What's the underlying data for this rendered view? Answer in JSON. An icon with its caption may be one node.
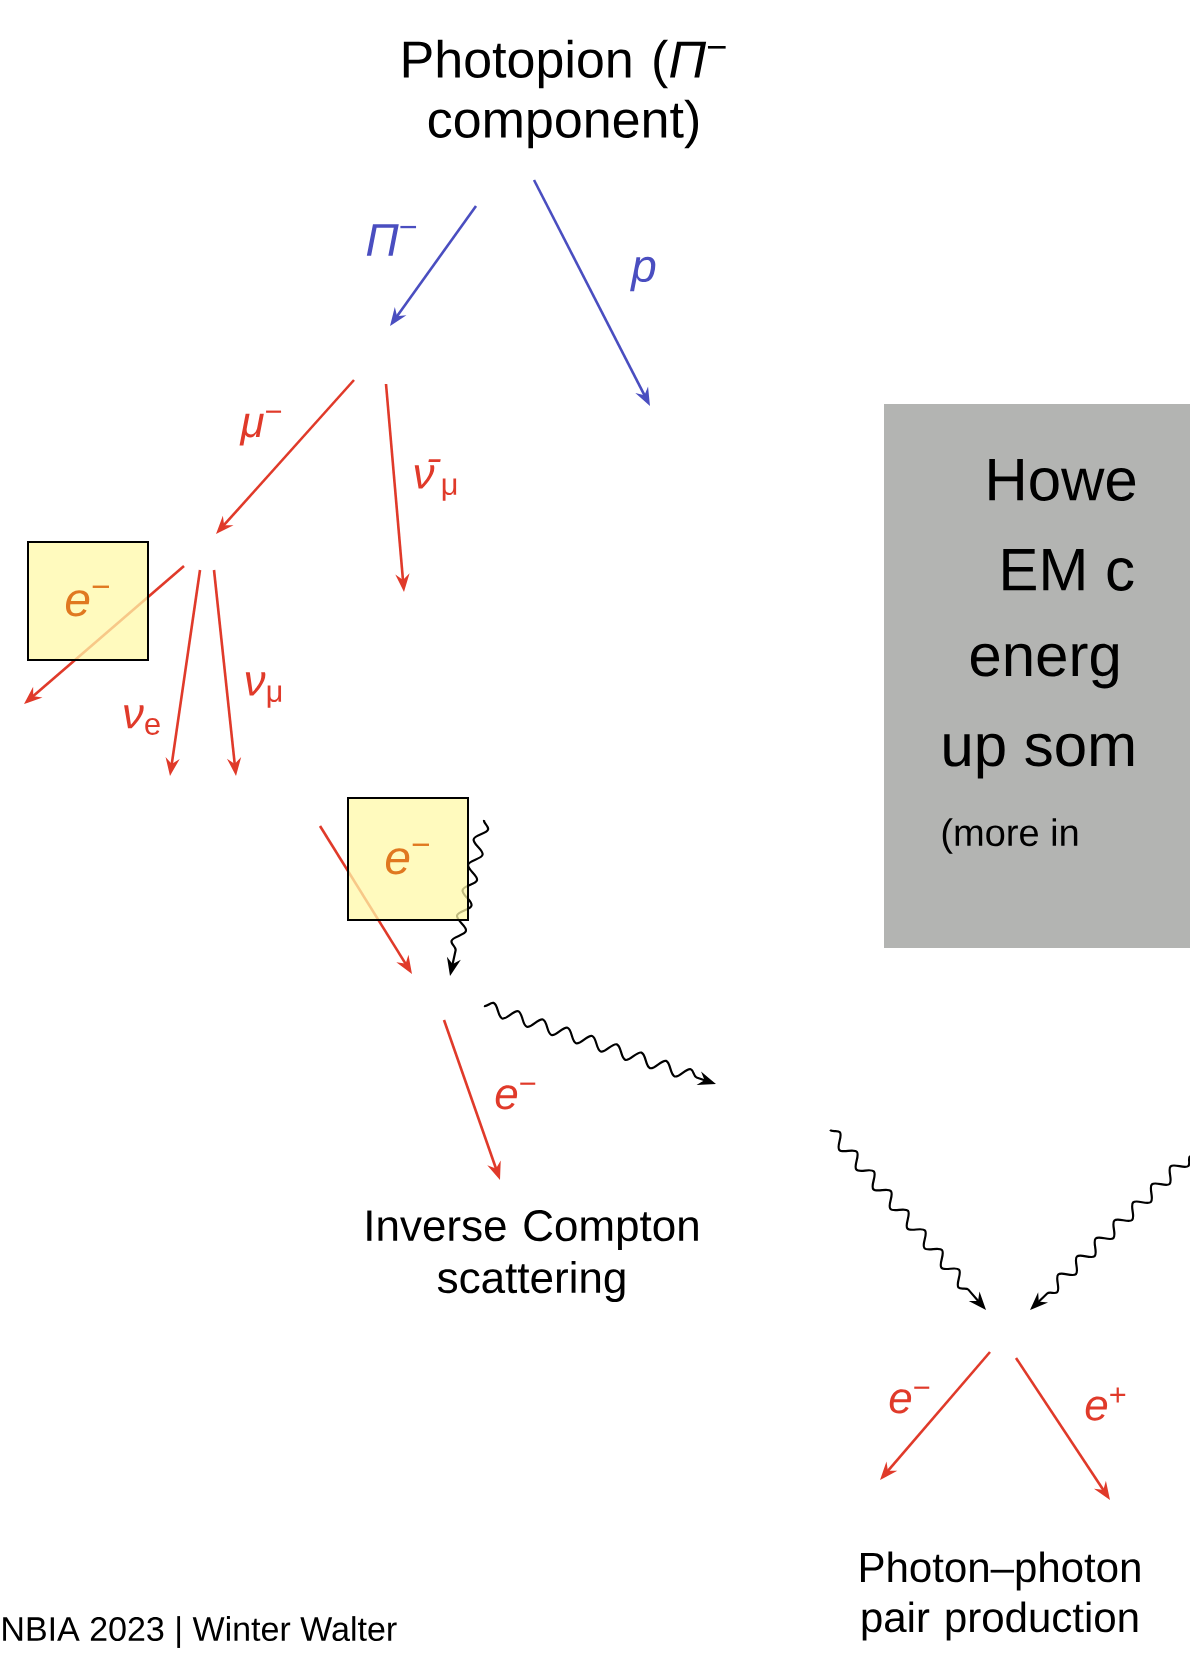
{
  "diagram": {
    "title": "Photopion (*Π*$^{−}$ component)",
    "nodes": [
      {
        "text": [
          "Howe",
          "EM c",
          "energ",
          "up som",
          "(more in"
        ]
      },
      {
        "text": [
          "*e*$^{−}$"
        ]
      },
      {
        "text": [
          "*e*$^{−}$"
        ]
      }
    ],
    "labels": [
      "*Π*$^{−}$",
      "*p*",
      "*μ*$^{−}$",
      "*ν̄*$_{μ}$",
      "*ν*$_{e}$",
      "*ν*$_{μ}$",
      "*e*$^{−}$",
      "Inverse Compton scattering",
      "*e*$^{−}$",
      "*e*$^{+}$",
      "Photon–photon pair production",
      "NBIA 2023 | Winter Walter"
    ]
  }
}
